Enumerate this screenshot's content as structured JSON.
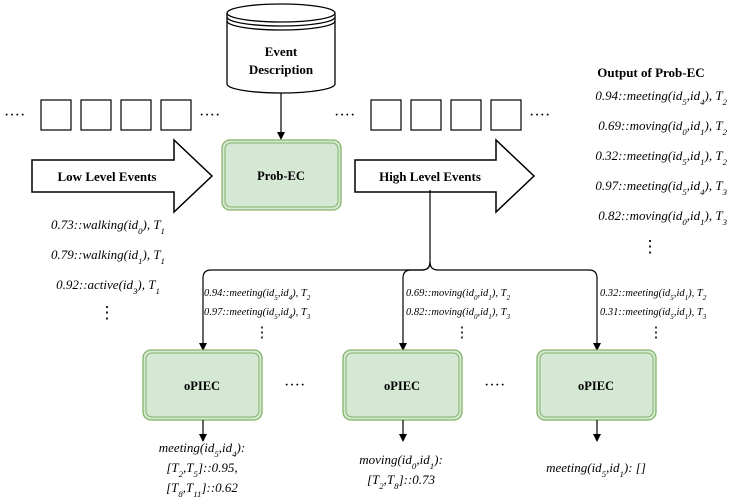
{
  "database": {
    "line1": "Event",
    "line2": "Description"
  },
  "prob_ec": {
    "label": "Prob-EC"
  },
  "opiec": {
    "label": "oPIEC"
  },
  "arrows": {
    "low_level": "Low Level Events",
    "high_level": "High Level Events"
  },
  "output_title": "Output of Prob-EC",
  "dots": {
    "h": "····",
    "v": "⋮"
  },
  "output_events": [
    {
      "p": "0.94",
      "pred": "meeting",
      "a": "5",
      "b": "4",
      "t": "2"
    },
    {
      "p": "0.69",
      "pred": "moving",
      "a": "0",
      "b": "1",
      "t": "2"
    },
    {
      "p": "0.32",
      "pred": "meeting",
      "a": "5",
      "b": "1",
      "t": "2"
    },
    {
      "p": "0.97",
      "pred": "meeting",
      "a": "5",
      "b": "4",
      "t": "3"
    },
    {
      "p": "0.82",
      "pred": "moving",
      "a": "0",
      "b": "1",
      "t": "3"
    }
  ],
  "low_events": [
    {
      "p": "0.73",
      "pred": "walking",
      "a": "0",
      "t": "1"
    },
    {
      "p": "0.79",
      "pred": "walking",
      "a": "1",
      "t": "1"
    },
    {
      "p": "0.92",
      "pred": "active",
      "a": "3",
      "t": "1"
    }
  ],
  "branch_events": [
    [
      {
        "p": "0.94",
        "pred": "meeting",
        "a": "5",
        "b": "4",
        "t": "2"
      },
      {
        "p": "0.97",
        "pred": "meeting",
        "a": "5",
        "b": "4",
        "t": "3"
      }
    ],
    [
      {
        "p": "0.69",
        "pred": "moving",
        "a": "0",
        "b": "1",
        "t": "2"
      },
      {
        "p": "0.82",
        "pred": "moving",
        "a": "0",
        "b": "1",
        "t": "3"
      }
    ],
    [
      {
        "p": "0.32",
        "pred": "meeting",
        "a": "5",
        "b": "1",
        "t": "2"
      },
      {
        "p": "0.31",
        "pred": "meeting",
        "a": "5",
        "b": "1",
        "t": "3"
      }
    ]
  ],
  "results": [
    {
      "pred": "meeting",
      "a": "5",
      "b": "4",
      "suffix": ":",
      "intervals": [
        {
          "s": "2",
          "e": "5",
          "p": "0.95",
          "tail": ","
        },
        {
          "s": "8",
          "e": "11",
          "p": "0.62",
          "tail": ""
        }
      ]
    },
    {
      "pred": "moving",
      "a": "0",
      "b": "1",
      "suffix": ":",
      "intervals": [
        {
          "s": "2",
          "e": "8",
          "p": "0.73",
          "tail": ""
        }
      ]
    },
    {
      "pred": "meeting",
      "a": "5",
      "b": "1",
      "suffix": ": []",
      "intervals": []
    }
  ]
}
